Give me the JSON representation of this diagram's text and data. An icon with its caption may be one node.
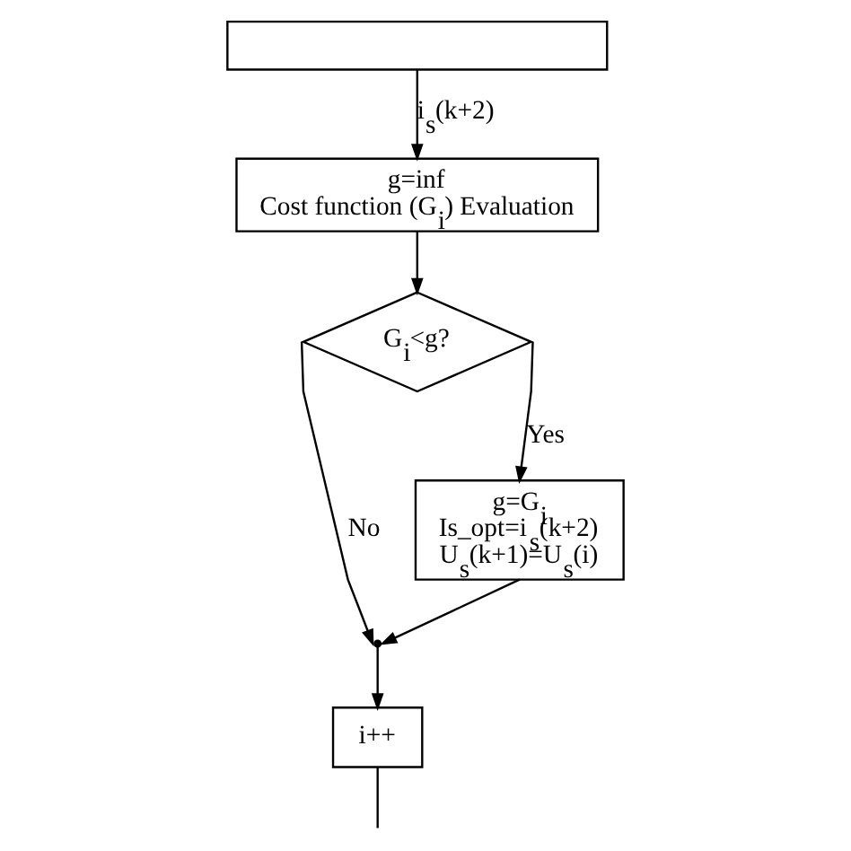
{
  "diagram": {
    "nodes": [
      {
        "text": [],
        "shape": "box"
      },
      {
        "text": [
          "g=inf",
          "Cost function (G$_{i}$) Evaluation"
        ]
      },
      {
        "text": [
          "G$_{i}$<g?"
        ]
      },
      {
        "text": [
          "g=G$_{i}$",
          "Is_opt=i$_{s}$(k+2)",
          "U$_{s}$(k+1)=U$_{s}$(i)"
        ]
      },
      {
        "text": [],
        "shape": "point"
      },
      {
        "text": [
          "i++"
        ]
      }
    ],
    "edges": [
      {
        "from": 0,
        "to": 1,
        "arrow": "to",
        "label": "i$_{s}$(k+2)"
      },
      {
        "from": 1,
        "to": 2,
        "arrow": "to"
      },
      {
        "from": 2,
        "to": 4,
        "arrow": "to",
        "label": "No"
      },
      {
        "from": 2,
        "to": 3,
        "arrow": "to",
        "label": "Yes"
      },
      {
        "from": 3,
        "to": 4,
        "arrow": "to"
      },
      {
        "from": 4,
        "to": 5,
        "arrow": "to"
      },
      {
        "from": 5,
        "to": null,
        "arrow": "none"
      }
    ]
  }
}
